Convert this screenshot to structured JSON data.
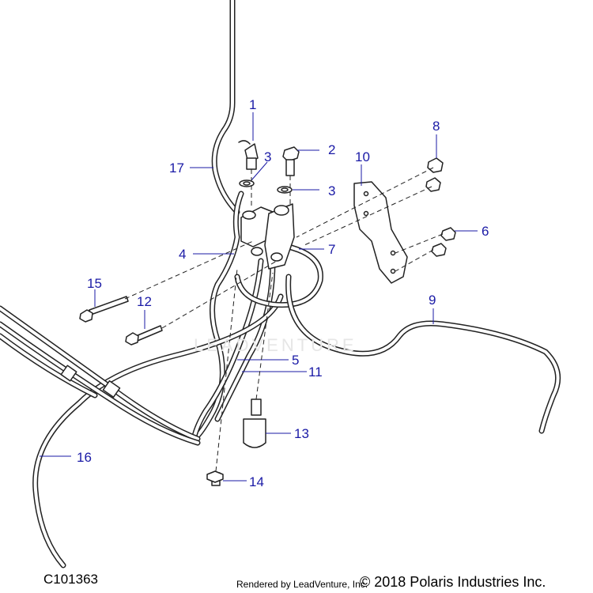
{
  "callouts": [
    "1",
    "2",
    "3",
    "3",
    "4",
    "5",
    "6",
    "7",
    "8",
    "9",
    "10",
    "11",
    "12",
    "13",
    "14",
    "15",
    "16",
    "17"
  ],
  "watermark": "LEADVENTURE",
  "footer": {
    "diagram_id": "C101363",
    "render_credit": "Rendered by LeadVenture, Inc.",
    "copyright": "© 2018 Polaris Industries Inc."
  },
  "colors": {
    "callout_text": "#1a1aa6",
    "line": "#222222",
    "leader": "#1a1aa6",
    "watermark": "#e6e6e6"
  }
}
